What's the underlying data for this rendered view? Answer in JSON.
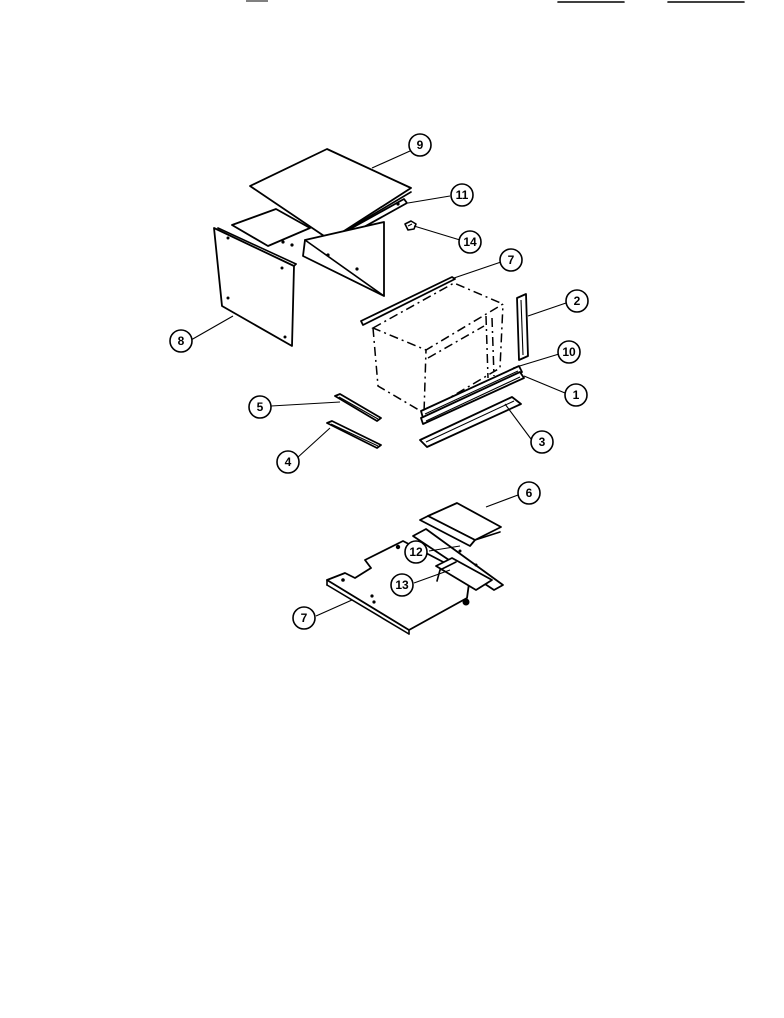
{
  "callouts": {
    "c9": "9",
    "c11": "11",
    "c14": "14",
    "c7a": "7",
    "c2": "2",
    "c10": "10",
    "c1": "1",
    "c8": "8",
    "c5": "5",
    "c4": "4",
    "c3": "3",
    "c6": "6",
    "c12": "12",
    "c13": "13",
    "c7b": "7"
  }
}
